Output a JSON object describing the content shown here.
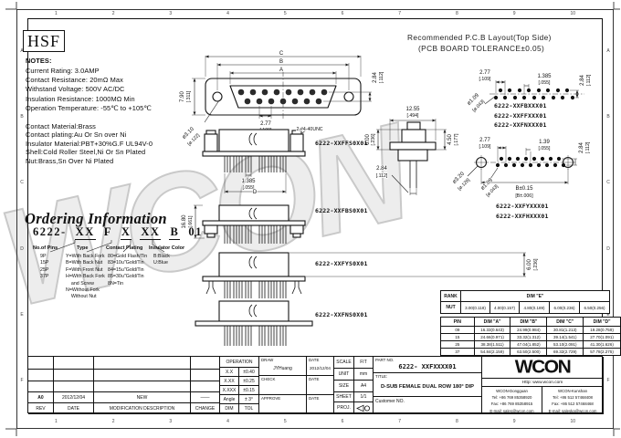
{
  "logo_hsf": "HSF",
  "watermark": "WCON",
  "frame": {
    "cols": [
      "1",
      "2",
      "3",
      "4",
      "5",
      "6",
      "7",
      "8",
      "9",
      "10"
    ],
    "rows": [
      "A",
      "B",
      "C",
      "D",
      "E",
      "F"
    ]
  },
  "notes": {
    "title": "NOTES:",
    "lines": [
      "Current Rating: 3.0AMP",
      "Contact Resistance: 20mΩ Max",
      "Withstand Voltage: 500V AC/DC",
      "Insulation Resistance: 1000MΩ Min",
      "Operation Temperature: -55℃ to +105℃"
    ],
    "materials": [
      "Contact Material:Brass",
      "Contact plating:Au Or Sn over Ni",
      "Insulator Material:PBT+30%G.F UL94V-0",
      "Shell:Cold Roller Steel,Ni Or Sn Plated",
      "Nut:Brass,Sn Over Ni Plated"
    ]
  },
  "ordering": {
    "title": "Ordering Information",
    "prefix": "6222-",
    "seg1": "XX",
    "seg2": "F",
    "seg3": "X",
    "seg4": "XX",
    "seg5": "B",
    "seg6": "01",
    "pins_label": "No.of Pins",
    "pins": [
      "9P",
      "15P",
      "25P",
      "37P"
    ],
    "type_label": "Type",
    "type": [
      "Y=With Back Fork",
      "B=With Back Nut",
      "F=With Front Nut",
      "H=With Back Fork",
      "    and Screw",
      "N=Without Fork",
      "    Without Nut"
    ],
    "plating_label": "Contact Plating",
    "plating": [
      "80=Gold Flash/Tin",
      "83=10u\"Gold/Tin",
      "84=15u\"Gold/Tin",
      "85=30u\"Gold/Tin",
      "8N=Tin"
    ],
    "color_label": "Insulator Color",
    "color": [
      "B:Black",
      "U:Blue"
    ]
  },
  "pcb": {
    "title1": "Recommended P.C.B Layout(Top Side)",
    "title2": "(PCB BOARD TOLERANCE±0.05)"
  },
  "parts": {
    "pcb1": [
      "6222-XXFBXXX01",
      "6222-XXFFXXX01",
      "6222-XXFNXXX01"
    ],
    "pcb2": [
      "6222-XXFYXXX01",
      "6222-XXFHXXX01"
    ],
    "side1": "6222-XXFFS0X01",
    "side2": "6222-XXFBS0X01",
    "side3": "6222-XXFYS0X01",
    "side4": "6222-XXFNS0X01"
  },
  "dims": {
    "front_c": "C",
    "front_b": "B",
    "front_a": "A",
    "front_h": "7.90",
    "front_h_i": "[.311]",
    "front_r": "2.84",
    "front_r_i": "[.112]",
    "front_p": "2.77",
    "front_p_i": "[.109]",
    "front_hole": "ø3.10",
    "front_hole_i": "[ø.122]",
    "screw_note": "2-#4-40UNC",
    "side_p": "1.385",
    "side_p_i": "[.055]",
    "side_d": "D",
    "side_h": "16.80",
    "side_h_i": "[.661]",
    "side_b": "6.00",
    "side_b_i": "[.236]",
    "prof_w": "12.55",
    "prof_w_i": "[.494]",
    "prof_h": "4.50",
    "prof_h_i": "[.177]",
    "prof_b": "6.00",
    "prof_b_i": "[.236]",
    "prof_t": "2.84",
    "prof_t_i": "[.112]",
    "pcb1_p": "2.77",
    "pcb1_p_i": "[.109]",
    "pcb1_hp": "1.385",
    "pcb1_hp_i": "[.055]",
    "pcb1_r": "2.84",
    "pcb1_r_i": "[.112]",
    "pcb1_d": "ø1.09",
    "pcb1_d_i": "[ø.043]",
    "pcb2_p": "2.77",
    "pcb2_p_i": "[.109]",
    "pcb2_hp": "1.39",
    "pcb2_hp_i": "[.055]",
    "pcb2_r": "2.84",
    "pcb2_r_i": "[.112]",
    "pcb2_m": "ø3.20",
    "pcb2_m_i": "[ø.126]",
    "pcb2_d": "ø1.09",
    "pcb2_d_i": "[ø.043]",
    "pcb2_s": "B±0.15",
    "pcb2_s_i": "[B±.006]"
  },
  "table_e": {
    "corner": "RANK",
    "header": "DIM \"E\"",
    "row_label": "NUT",
    "values": [
      "3.00(0.118)",
      "4.00(0.157)",
      "4.80(0.189)",
      "6.00(0.236)",
      "6.50(0.256)"
    ]
  },
  "table_pin": {
    "headers": [
      "PIN",
      "DIM \"A\"",
      "DIM \"B\"",
      "DIM \"C\"",
      "DIM \"D\""
    ],
    "rows": [
      [
        "09",
        "16.33(0.643)",
        "24.99(0.984)",
        "30.81(1.213)",
        "19.28(0.759)"
      ],
      [
        "15",
        "24.66(0.971)",
        "33.32(1.312)",
        "39.14(1.541)",
        "27.70(1.091)"
      ],
      [
        "25",
        "38.38(1.511)",
        "47.04(1.852)",
        "53.10(2.091)",
        "41.30(1.626)"
      ],
      [
        "37",
        "54.84(2.159)",
        "63.50(2.500)",
        "69.32(2.729)",
        "57.78(2.275)"
      ]
    ]
  },
  "revision": {
    "rev": "A0",
    "date": "2012/12/04",
    "desc": "NEW",
    "change": "——",
    "label_rev": "REV",
    "label_date": "DATE",
    "label_desc": "MODIFICATION  DESCRIPTION",
    "label_change": "CHANGE"
  },
  "tolerance": {
    "header": "OPERATION",
    "r1l": "X.X",
    "r1v": "±0.40",
    "r2l": "X.XX",
    "r2v": "±0.25",
    "r3l": "X.XXX",
    "r3v": "±0.15",
    "r4l": "Angle",
    "r4v": "± 3°",
    "f1": "DIM",
    "f2": "TOL"
  },
  "sign": {
    "draw": "DRAW",
    "draw_name": "JYHuang",
    "date1": "DATE",
    "date1v": "2012/12/04",
    "check": "CHECK",
    "date2": "DATE",
    "approve": "APPROVE",
    "date3": "DATE"
  },
  "info": {
    "scale": "SCALE",
    "scalev": "FIT",
    "unit": "UNIT",
    "unitv": "mm",
    "size": "SIZE",
    "sizev": "A4",
    "sheet": "SHEET",
    "sheetv": "1/1",
    "proj": "PROJ."
  },
  "part": {
    "no_label": "PART NO.",
    "no": "6222- XXFXXXX01",
    "title_label": "TITLE:",
    "title": "D-SUB FEMALE DUAL ROW 180° DIP",
    "customer": "Customer NO."
  },
  "company": {
    "logo": "WCON",
    "url": "Http: www.wcon.com",
    "dg": [
      "WCON-Dongguan",
      "Tel: +86 769 85358920",
      "Fax: +86 769 85358915",
      "E-mail: sales@wcon.com"
    ],
    "ks": [
      "WCON-Kunshan",
      "Tel: +86 512 57468408",
      "Fax: +86 512 57468468",
      "E-mail: saleska@wcon.com"
    ]
  }
}
